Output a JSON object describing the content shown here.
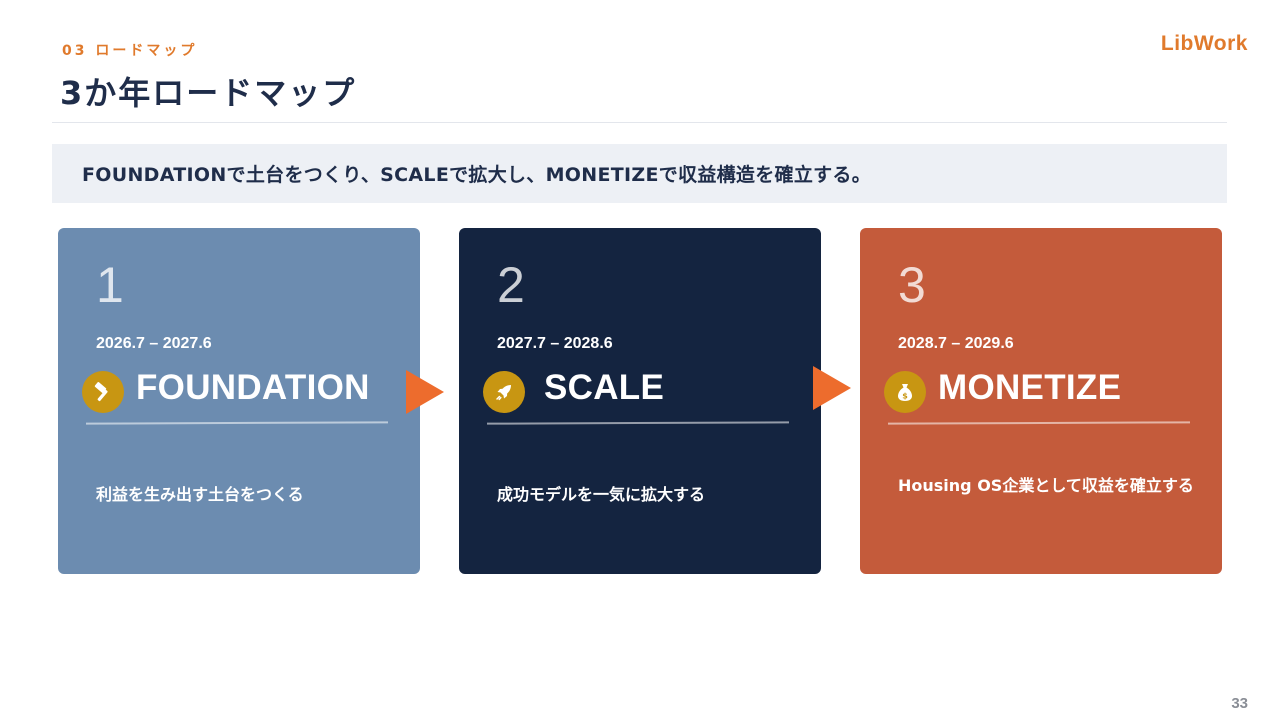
{
  "header": {
    "section_label": "03 ロードマップ",
    "title": "3か年ロードマップ",
    "logo_text": "LibWork"
  },
  "summary": "FOUNDATIONで土台をつくり、SCALEで拡大し、MONETIZEで収益構造を確立する。",
  "phases": [
    {
      "number": "1",
      "period": "2026.7 – 2027.6",
      "name": "FOUNDATION",
      "icon": "hammer-icon",
      "description": "利益を生み出す土台をつくる",
      "bg_color": "#6c8cb0"
    },
    {
      "number": "2",
      "period": "2027.7 – 2028.6",
      "name": "SCALE",
      "icon": "rocket-icon",
      "description": "成功モデルを一気に拡大する",
      "bg_color": "#142440"
    },
    {
      "number": "3",
      "period": "2028.7 – 2029.6",
      "name": "MONETIZE",
      "icon": "money-bag-icon",
      "description": "Housing OS企業として収益を確立する",
      "bg_color": "#c45b3b"
    }
  ],
  "colors": {
    "accent": "#e07a2c",
    "arrow": "#ed6c2d",
    "icon_circle": "#c89612",
    "title": "#1f2d4a"
  },
  "page_number": "33"
}
